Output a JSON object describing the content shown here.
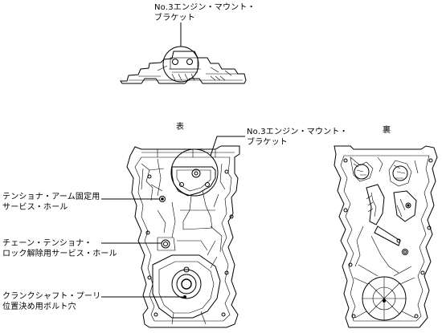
{
  "labels": {
    "top_bracket": "No.3エンジン・マウント・\nブラケット",
    "front_title": "表",
    "back_title": "裏",
    "main_bracket": "No.3エンジン・マウント・\nブラケット",
    "tensioner_arm_hole": "テンショナ・アーム固定用\nサービス・ホール",
    "chain_tensioner_hole": "チェーン・テンショナ・\nロック解除用サービス・ホール",
    "crank_pulley_hole": "クランクシャフト・プーリ\n位置決め用ボルト穴"
  }
}
